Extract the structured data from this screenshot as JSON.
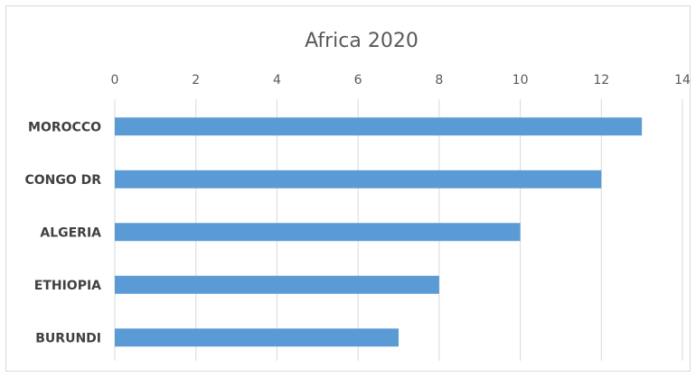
{
  "chart_data": {
    "type": "bar",
    "orientation": "horizontal",
    "title": "Africa 2020",
    "categories": [
      "MOROCCO",
      "CONGO DR",
      "ALGERIA",
      "ETHIOPIA",
      "BURUNDI"
    ],
    "values": [
      13,
      12,
      10,
      8,
      7
    ],
    "xlim": [
      0,
      14
    ],
    "x_ticks": [
      "0",
      "2",
      "4",
      "6",
      "8",
      "10",
      "12",
      "14"
    ],
    "x_axis_position": "top",
    "grid": true,
    "bar_color": "#5b9bd5",
    "grid_color": "#d9d9d9"
  }
}
